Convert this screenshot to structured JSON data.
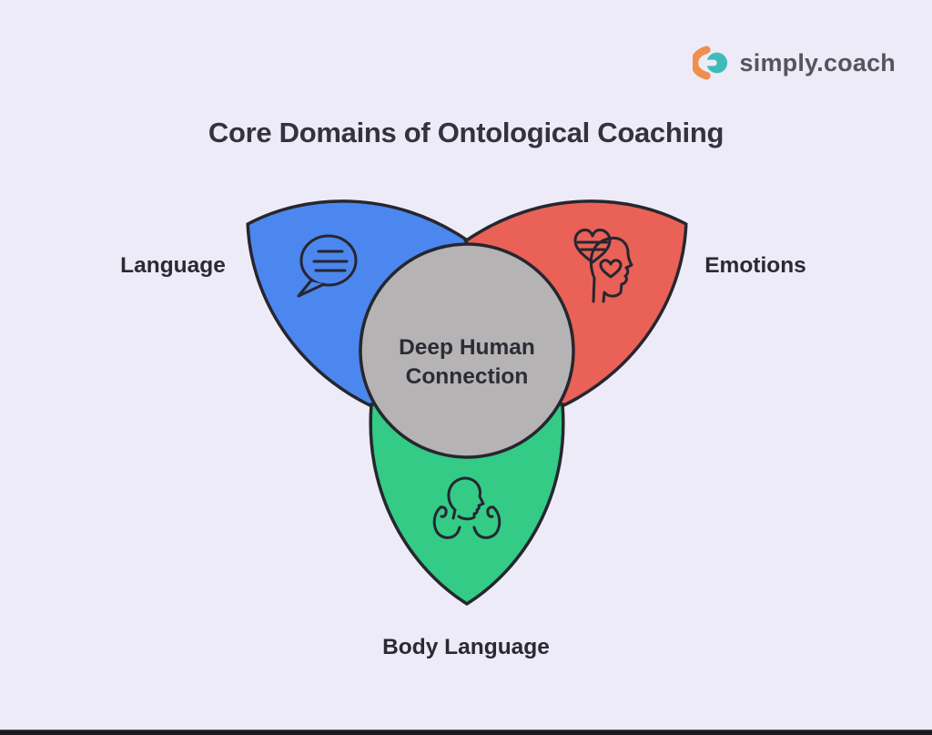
{
  "page": {
    "background_color": "#edebf7"
  },
  "logo": {
    "text": "simply.coach",
    "orange_color": "#ef8f4e",
    "teal_color": "#3fbcba"
  },
  "title": "Core Domains of Ontological Coaching",
  "diagram": {
    "center_label": "Deep Human Connection",
    "center_color": "#b5b3b4",
    "outline_color": "#26262e",
    "petals": [
      {
        "label": "Language",
        "color": "#4b87ee",
        "icon": "speech-bubble-icon",
        "position": "upper-left"
      },
      {
        "label": "Emotions",
        "color": "#e96157",
        "icon": "head-with-hearts-icon",
        "position": "upper-right"
      },
      {
        "label": "Body Language",
        "color": "#33cb86",
        "icon": "hands-holding-head-icon",
        "position": "bottom"
      }
    ]
  }
}
